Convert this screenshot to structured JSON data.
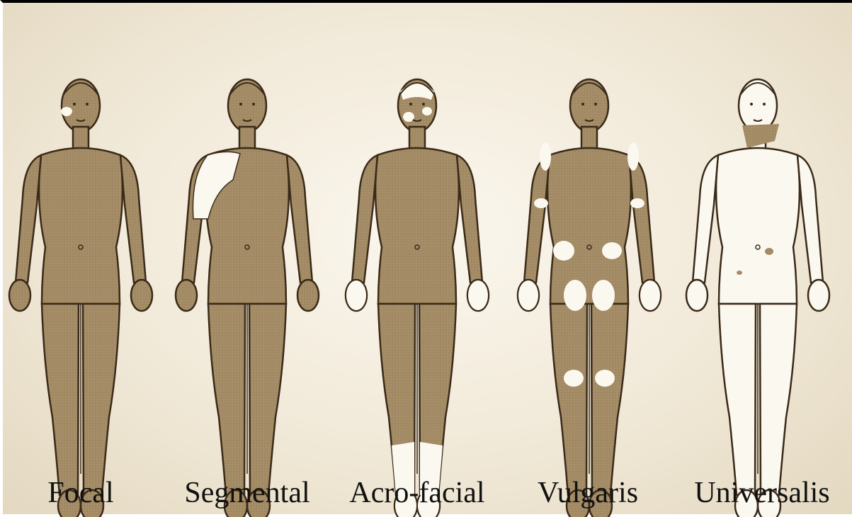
{
  "figure": {
    "labels": [
      "Focal",
      "Segmental",
      "Acro-facial",
      "Vulgaris",
      "Universalis"
    ]
  },
  "colors": {
    "pigmented_skin": "#a38c66",
    "depigmented_skin": "#fbf8f0",
    "outline": "#3a2a18",
    "label_text": "#111111"
  }
}
